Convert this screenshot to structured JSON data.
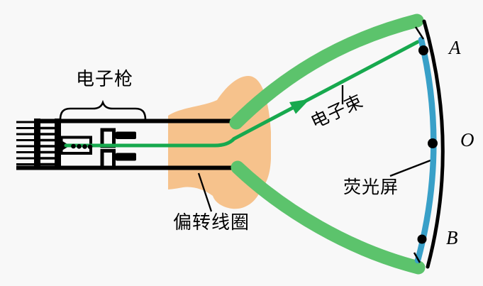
{
  "labels": {
    "electron_gun": "电子枪",
    "deflection_coil": "偏转线圈",
    "electron_beam": "电子束",
    "fluorescent_screen": "荧光屏",
    "point_a": "A",
    "point_o": "O",
    "point_b": "B"
  },
  "colors": {
    "background": "#F8F8F8",
    "tube_green": "#5CC36C",
    "beam_green": "#17A94E",
    "coil_orange": "#F6C28C",
    "screen_blue": "#39A0C8",
    "ink_black": "#000000"
  }
}
